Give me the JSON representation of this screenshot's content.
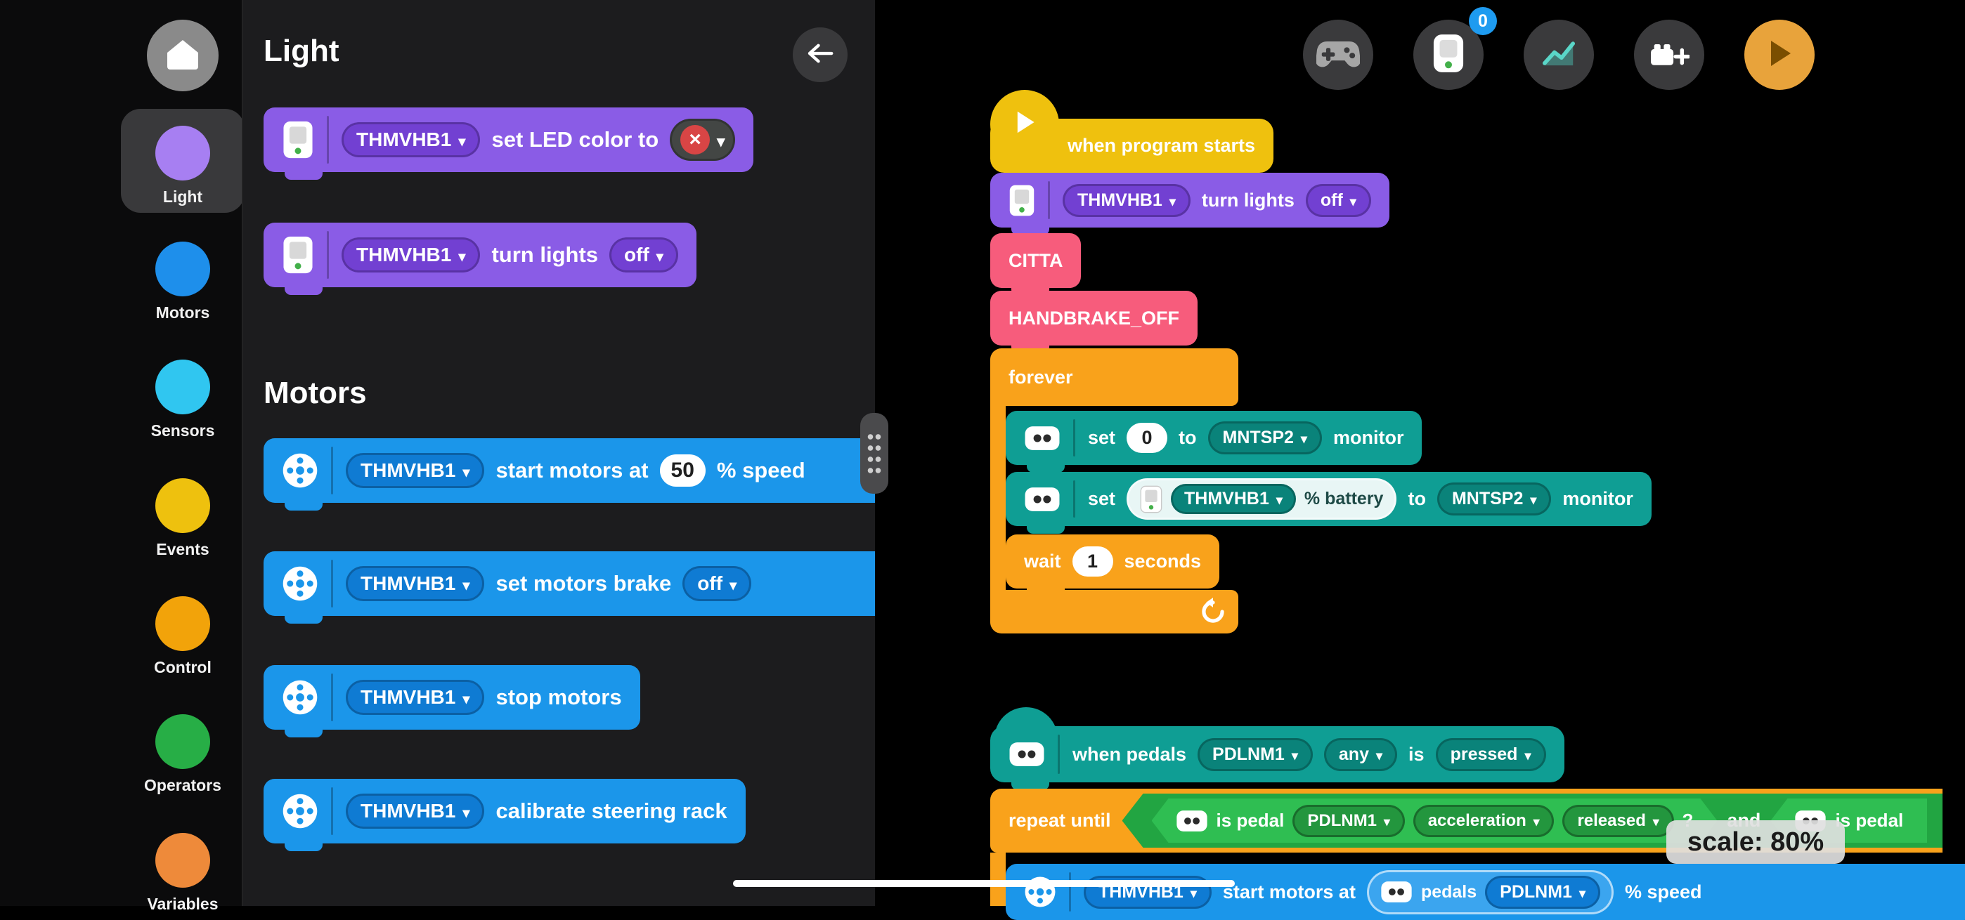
{
  "app": {
    "scale_label": "scale: 80%"
  },
  "colors": {
    "purple": "#8A5CE6",
    "blue": "#1B96EA",
    "teal": "#0F9E94",
    "orange": "#F9A21B",
    "yellow": "#EFC10E",
    "pink": "#F75C7C",
    "green": "#2FBE52",
    "canvas": "#000000",
    "sidebar": "#0B0B0C",
    "palette": "#1C1C1E",
    "badge_blue": "#1E9BF0"
  },
  "sidebar": {
    "categories": [
      {
        "label": "Light",
        "color": "#A77FF2",
        "selected": true
      },
      {
        "label": "Motors",
        "color": "#1E8FEB",
        "selected": false
      },
      {
        "label": "Sensors",
        "color": "#30C6F0",
        "selected": false
      },
      {
        "label": "Events",
        "color": "#EEC10E",
        "selected": false
      },
      {
        "label": "Control",
        "color": "#F2A30A",
        "selected": false
      },
      {
        "label": "Operators",
        "color": "#27AE46",
        "selected": false
      },
      {
        "label": "Variables",
        "color": "#EE8A3A",
        "selected": false
      }
    ]
  },
  "palette": {
    "title": "Light",
    "motors_title": "Motors",
    "blocks": {
      "set_led": {
        "device": "THMVHB1",
        "label": "set LED color to"
      },
      "turn_lights": {
        "device": "THMVHB1",
        "label": "turn lights",
        "value": "off"
      },
      "start_motors": {
        "device": "THMVHB1",
        "label": "start motors at",
        "value": "50",
        "suffix": "% speed"
      },
      "set_brake": {
        "device": "THMVHB1",
        "label": "set motors brake",
        "value": "off"
      },
      "stop_motors": {
        "device": "THMVHB1",
        "label": "stop motors"
      },
      "calibrate": {
        "device": "THMVHB1",
        "label": "calibrate steering rack"
      }
    }
  },
  "toolbar": {
    "hub_badge": "0"
  },
  "canvas": {
    "stack1": {
      "hat": "when program starts",
      "turn_lights": {
        "device": "THMVHB1",
        "label": "turn lights",
        "value": "off"
      },
      "call_citta": "CITTA",
      "call_handbrake": "HANDBRAKE_OFF",
      "forever": "forever",
      "monitor1": {
        "set": "set",
        "value": "0",
        "to": "to",
        "channel": "MNTSP2",
        "monitor": "monitor"
      },
      "monitor2": {
        "set": "set",
        "device": "THMVHB1",
        "metric": "% battery",
        "to": "to",
        "channel": "MNTSP2",
        "monitor": "monitor"
      },
      "wait": {
        "label": "wait",
        "value": "1",
        "suffix": "seconds"
      }
    },
    "stack2": {
      "hat": {
        "label": "when pedals",
        "device": "PDLNM1",
        "which": "any",
        "is": "is",
        "state": "pressed"
      },
      "repeat": {
        "label": "repeat until",
        "cond1": {
          "label": "is pedal",
          "device": "PDLNM1",
          "pedal": "acceleration",
          "state": "released",
          "q": "?"
        },
        "op": "and",
        "cond2": {
          "label": "is pedal"
        }
      },
      "motors": {
        "device": "THMVHB1",
        "label": "start motors at",
        "reporter": {
          "label": "pedals",
          "device": "PDLNM1"
        },
        "suffix": "% speed"
      }
    }
  }
}
